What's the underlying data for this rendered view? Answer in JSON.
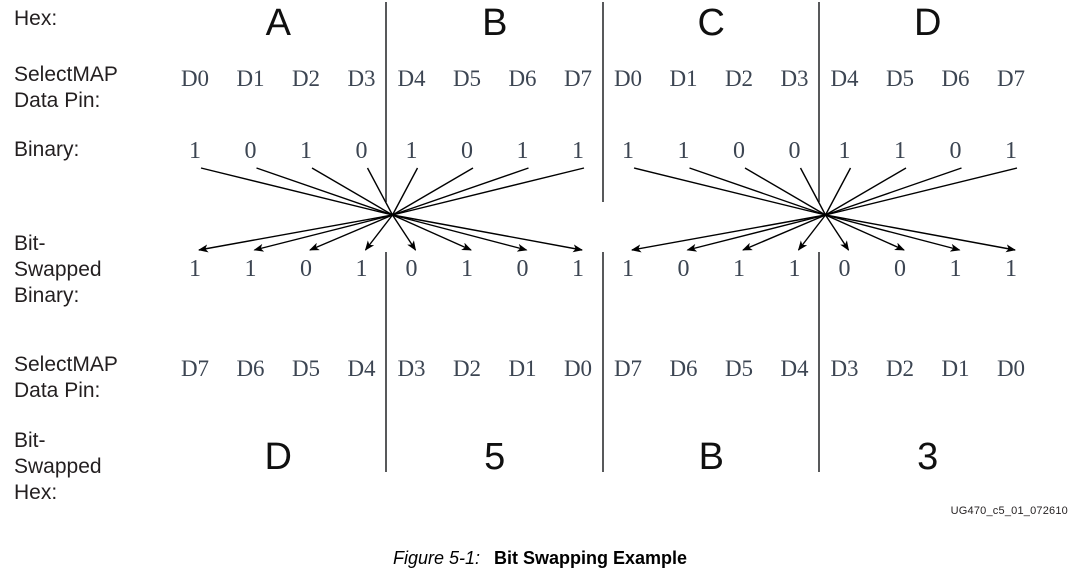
{
  "figure": {
    "number_label": "Figure 5-1:",
    "title": "Bit Swapping Example",
    "doc_id": "UG470_c5_01_072610"
  },
  "row_labels": {
    "hex": "Hex:",
    "selectmap_pin_top": "SelectMAP\nData Pin:",
    "binary": "Binary:",
    "bit_swapped_binary": "Bit-\nSwapped\nBinary:",
    "selectmap_pin_bottom": "SelectMAP\nData Pin:",
    "bit_swapped_hex": "Bit-\nSwapped\nHex:"
  },
  "columns": {
    "x": [
      195,
      263,
      330,
      398,
      465,
      533,
      601,
      669,
      737,
      805,
      873,
      941,
      1009,
      1077,
      1145,
      1213
    ],
    "count": 16
  },
  "hex_row": {
    "values": [
      "A",
      "B",
      "C",
      "D"
    ]
  },
  "pin_row_top": {
    "values": [
      "D0",
      "D1",
      "D2",
      "D3",
      "D4",
      "D5",
      "D6",
      "D7",
      "D0",
      "D1",
      "D2",
      "D3",
      "D4",
      "D5",
      "D6",
      "D7"
    ]
  },
  "binary_row": {
    "values": [
      "1",
      "0",
      "1",
      "0",
      "1",
      "0",
      "1",
      "1",
      "1",
      "1",
      "0",
      "0",
      "1",
      "1",
      "0",
      "1"
    ]
  },
  "bit_swapped_binary_row": {
    "values": [
      "1",
      "1",
      "0",
      "1",
      "0",
      "1",
      "0",
      "1",
      "1",
      "0",
      "1",
      "1",
      "0",
      "0",
      "1",
      "1"
    ]
  },
  "pin_row_bottom": {
    "values": [
      "D7",
      "D6",
      "D5",
      "D4",
      "D3",
      "D2",
      "D1",
      "D0",
      "D7",
      "D6",
      "D5",
      "D4",
      "D3",
      "D2",
      "D1",
      "D0"
    ]
  },
  "bit_swapped_hex_row": {
    "values": [
      "D",
      "5",
      "B",
      "3"
    ]
  },
  "colors": {
    "text": "#231f20",
    "data_text": "#3c4552",
    "hex_text": "#101010",
    "divider": "#58595b",
    "arrow": "#000000",
    "background": "#ffffff"
  }
}
